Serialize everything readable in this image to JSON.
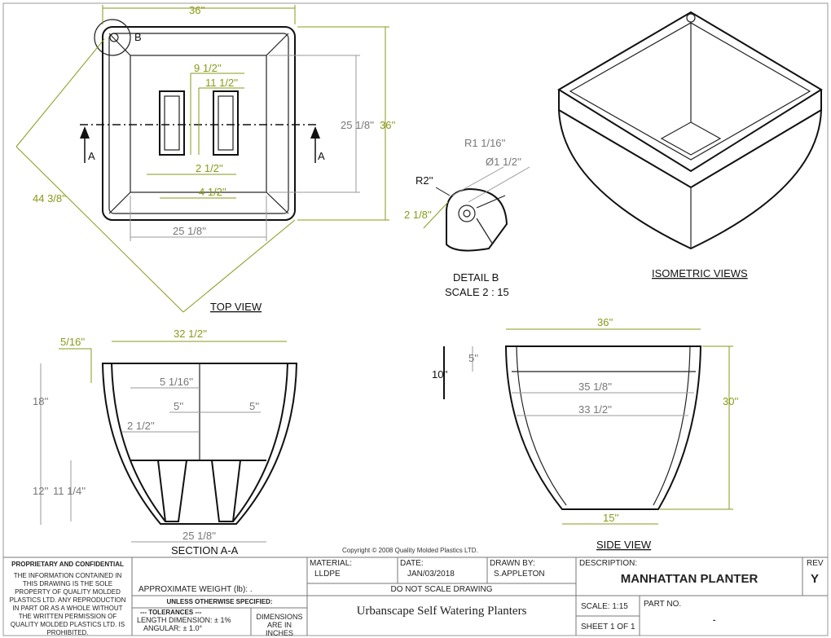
{
  "views": {
    "top_view": "TOP VIEW",
    "detail_b": "DETAIL B",
    "detail_scale": "SCALE 2 : 15",
    "isometric": "ISOMETRIC VIEWS",
    "section": "SECTION A-A",
    "side_view": "SIDE VIEW",
    "section_marker": "A",
    "detail_marker": "B"
  },
  "dimensions": {
    "top": {
      "width": "36''",
      "height": "36''",
      "inner_height": "25 1/8''",
      "inner_width": "25 1/8''",
      "diagonal": "44 3/8''",
      "d1": "9 1/2''",
      "d2": "11 1/2''",
      "d3": "2 1/2''",
      "d4": "4 1/2''"
    },
    "detail": {
      "r1": "R1 1/16''",
      "dia": "Ø1 1/2''",
      "r2": "R2''",
      "h": "2 1/8''"
    },
    "section": {
      "lip": "5/16''",
      "width": "32 1/2''",
      "h1": "18''",
      "h2": "12''",
      "h3": "11 1/4''",
      "d1": "5 1/16''",
      "d2": "5''",
      "d3": "5''",
      "d4": "2 1/2''",
      "bottom": "25 1/8''"
    },
    "side": {
      "width": "36''",
      "h5": "5''",
      "h10": "10''",
      "w1": "35 1/8''",
      "w2": "33 1/2''",
      "height": "30''",
      "base": "15''"
    }
  },
  "copyright": "Copyright © 2008 Quality Molded Plastics LTD.",
  "title_block": {
    "proprietary_title": "PROPRIETARY AND CONFIDENTIAL",
    "proprietary_text": "THE INFORMATION CONTAINED IN THIS DRAWING IS THE SOLE PROPERTY OF QUALITY MOLDED PLASTICS LTD. ANY REPRODUCTION IN PART OR AS A WHOLE WITHOUT THE WRITTEN PERMISSION OF QUALITY MOLDED PLASTICS LTD. IS PROHIBITED.",
    "weight": "APPROXIMATE WEIGHT (lb): .",
    "unless": "UNLESS OTHERWISE SPECIFIED:",
    "tolerances": "--- TOLERANCES ---",
    "length_tol": "LENGTH DIMENSION: ± 1%",
    "angular_tol": "ANGULAR: ± 1.0°",
    "units": "DIMENSIONS ARE IN INCHES",
    "material_label": "MATERIAL:",
    "material": "LLDPE",
    "date_label": "DATE:",
    "date": "JAN/03/2018",
    "drawn_label": "DRAWN BY:",
    "drawn": "S.APPLETON",
    "no_scale": "DO NOT SCALE DRAWING",
    "project": "Urbanscape Self Watering Planters",
    "description_label": "DESCRIPTION:",
    "description": "MANHATTAN PLANTER",
    "rev_label": "REV",
    "rev": "Y",
    "scale": "SCALE: 1:15",
    "part_label": "PART NO.",
    "part": "-",
    "sheet": "SHEET 1 OF 1"
  }
}
